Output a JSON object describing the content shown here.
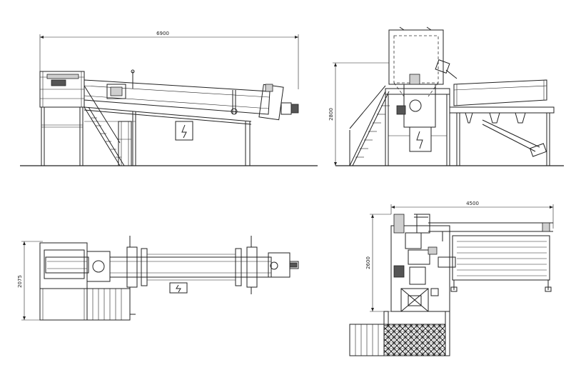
{
  "dimensions": {
    "side_length": "6900",
    "front_height": "2800",
    "plan_width": "2075",
    "right_plan_width": "4500",
    "right_plan_height": "2600"
  }
}
